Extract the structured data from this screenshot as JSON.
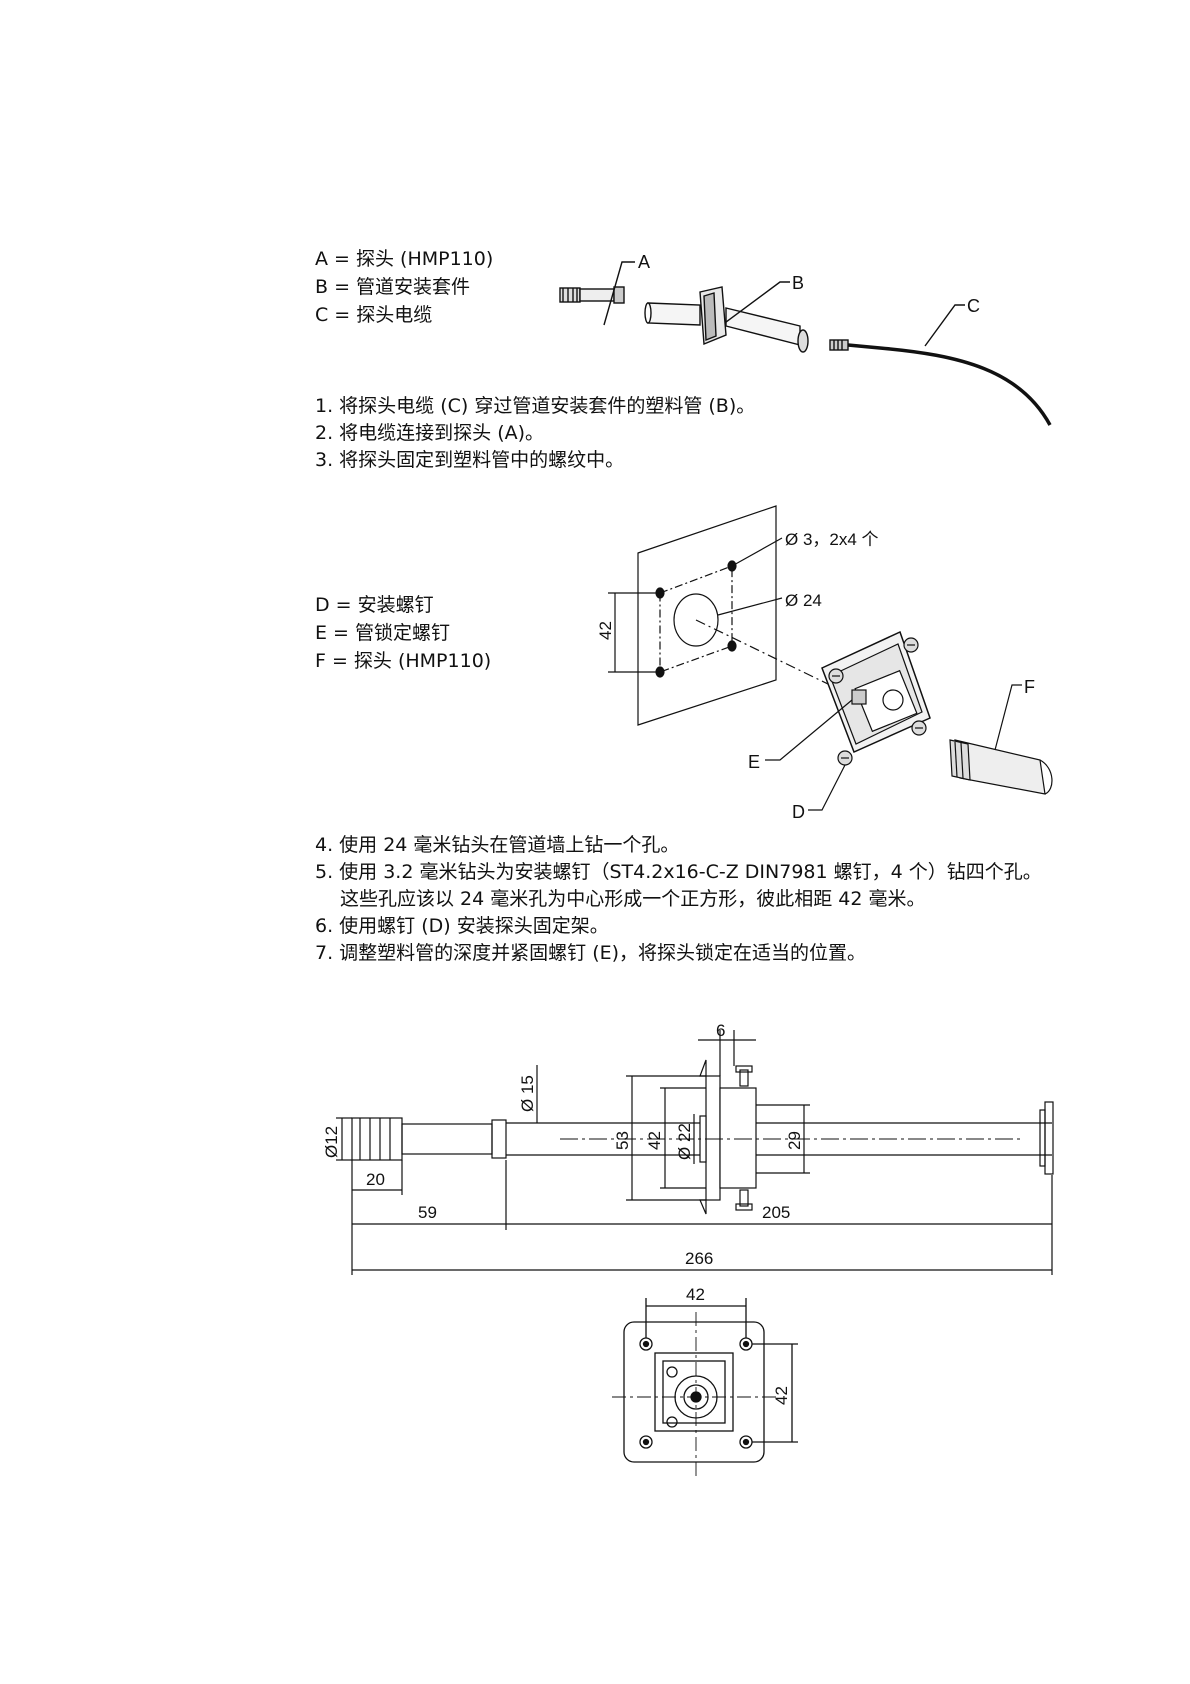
{
  "legend1": [
    "A = 探头 (HMP110)",
    "B = 管道安装套件",
    "C = 探头电缆"
  ],
  "steps1": [
    "1. 将探头电缆 (C) 穿过管道安装套件的塑料管 (B)。",
    "2. 将电缆连接到探头 (A)。",
    "3. 将探头固定到塑料管中的螺纹中。"
  ],
  "legend2": [
    "D = 安装螺钉",
    "E = 管锁定螺钉",
    "F = 探头 (HMP110)"
  ],
  "steps2": [
    "4. 使用 24 毫米钻头在管道墙上钻一个孔。",
    "5. 使用 3.2 毫米钻头为安装螺钉（ST4.2x16-C-Z DIN7981 螺钉，4 个）钻四个孔。",
    "这些孔应该以 24 毫米孔为中心形成一个正方形，彼此相距 42 毫米。",
    "6. 使用螺钉 (D) 安装探头固定架。",
    "7. 调整塑料管的深度并紧固螺钉 (E)，将探头锁定在适当的位置。"
  ],
  "fig1_labels": {
    "a": "A",
    "b": "B",
    "c": "C"
  },
  "fig2_labels": {
    "hole_small": "Ø 3，2x4 个",
    "hole_big": "Ø 24",
    "spacing": "42",
    "d": "D",
    "e": "E",
    "f": "F"
  },
  "fig3_dims": {
    "flange": "6",
    "d15": "Ø 15",
    "d12": "Ø12",
    "len20": "20",
    "len59": "59",
    "len205": "205",
    "len266": "266",
    "h53": "53",
    "h42": "42",
    "d22": "Ø 22",
    "h29": "29"
  },
  "fig4_dims": {
    "w": "42",
    "h": "42"
  }
}
